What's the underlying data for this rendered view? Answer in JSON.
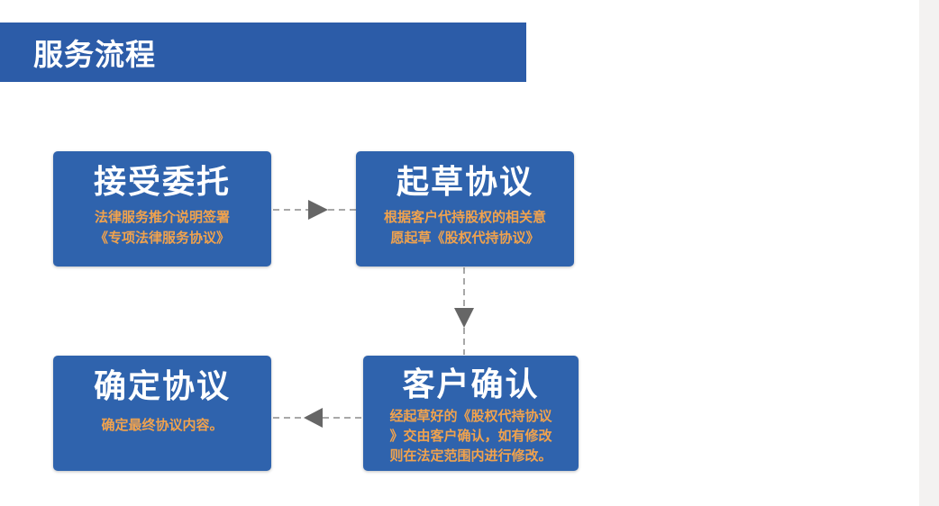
{
  "header": {
    "title": "服务流程"
  },
  "colors": {
    "banner": "#2c5ca8",
    "card": "#2f63ad",
    "title_text": "#ffffff",
    "desc_text": "#f0a24d",
    "connector": "#8c8c8c"
  },
  "steps": [
    {
      "title": "接受委托",
      "desc": [
        "法律服务推介说明签署",
        "《专项法律服务协议》"
      ]
    },
    {
      "title": "起草协议",
      "desc": [
        "根据客户代持股权的相关意",
        "愿起草《股权代持协议》"
      ]
    },
    {
      "title": "客户确认",
      "desc": [
        "经起草好的《股权代持协议",
        "》交由客户确认，如有修改",
        "则在法定范围内进行修改。"
      ]
    },
    {
      "title": "确定协议",
      "desc": [
        "确定最终协议内容。"
      ]
    }
  ],
  "flow": [
    {
      "from": "接受委托",
      "to": "起草协议"
    },
    {
      "from": "起草协议",
      "to": "客户确认"
    },
    {
      "from": "客户确认",
      "to": "确定协议"
    }
  ]
}
